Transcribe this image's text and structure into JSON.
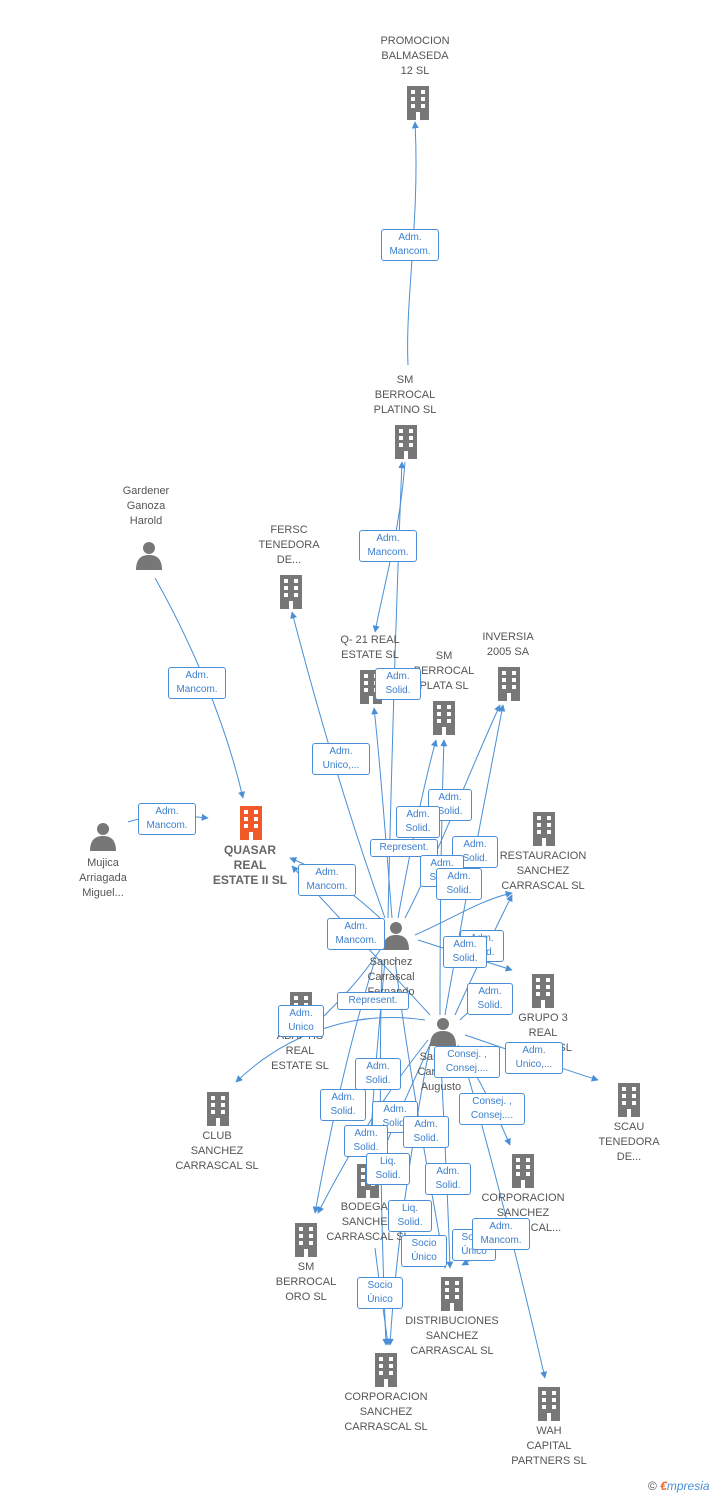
{
  "colors": {
    "edge": "#4a8fd6",
    "company_icon": "#777777",
    "focus_icon": "#f05a28",
    "person_icon": "#777777"
  },
  "nodes": {
    "promocion": {
      "label": "PROMOCION\nBALMASEDA\n12  SL",
      "icon": "building-icon"
    },
    "platino": {
      "label": "SM\nBERROCAL\nPLATINO SL",
      "icon": "building-icon"
    },
    "gardener": {
      "label": "Gardener\nGanoza\nHarold",
      "icon": "person-icon"
    },
    "fersc": {
      "label": "FERSC\nTENEDORA\nDE...",
      "icon": "building-icon"
    },
    "q21": {
      "label": "Q- 21 REAL\nESTATE  SL",
      "icon": "building-icon"
    },
    "smplata": {
      "label": "SM\nBERROCAL\nPLATA SL",
      "icon": "building-icon"
    },
    "inversia": {
      "label": "INVERSIA\n2005 SA",
      "icon": "building-icon"
    },
    "mujica": {
      "label": "Mujica\nArriagada\nMiguel...",
      "icon": "person-icon"
    },
    "quasar": {
      "label": "QUASAR\nREAL\nESTATE II  SL",
      "icon": "building-icon"
    },
    "restauracion": {
      "label": "RESTAURACION\nSANCHEZ\nCARRASCAL SL",
      "icon": "building-icon"
    },
    "fernando": {
      "label": "Sanchez\nCarrascal\nFernando",
      "icon": "person-icon"
    },
    "grupo3": {
      "label": "GRUPO 3\nREAL\nESTATE  SL",
      "icon": "building-icon"
    },
    "abaptis": {
      "label": "ABAPTIS\nREAL\nESTATE  SL",
      "icon": "building-icon"
    },
    "augusto": {
      "label": "Sanchez\nCarrascal\nAugusto",
      "icon": "person-icon"
    },
    "scau": {
      "label": "SCAU\nTENEDORA\nDE...",
      "icon": "building-icon"
    },
    "club": {
      "label": "CLUB\nSANCHEZ\nCARRASCAL SL",
      "icon": "building-icon"
    },
    "corp1": {
      "label": "CORPORACION\nSANCHEZ\nCARRASCAL...",
      "icon": "building-icon"
    },
    "bodegas": {
      "label": "BODEGAS\nSANCHEZ\nCARRASCAL SL",
      "icon": "building-icon"
    },
    "smoro": {
      "label": "SM\nBERROCAL\nORO SL",
      "icon": "building-icon"
    },
    "distrib": {
      "label": "DISTRIBUCIONES\nSANCHEZ\nCARRASCAL SL",
      "icon": "building-icon"
    },
    "corp2": {
      "label": "CORPORACION\nSANCHEZ\nCARRASCAL SL",
      "icon": "building-icon"
    },
    "wah": {
      "label": "WAH\nCAPITAL\nPARTNERS SL",
      "icon": "building-icon"
    }
  },
  "edge_labels": [
    "Adm.\nMancom.",
    "Adm.\nMancom.",
    "Adm.\nMancom.",
    "Adm.\nMancom.",
    "Adm.\nSolid.",
    "Adm.\nUnico,...",
    "Adm.\nSolid.",
    "Adm.\nSolid.",
    "Represent.",
    "Adm.\nSolid.",
    "Adm.\nSolid.",
    "Adm.\nSolid.",
    "Adm.\nMancom.",
    "Adm.\nMancom.",
    "Adm.\nSolid.",
    "Adm.\nSolid.",
    "Adm.\nSolid.",
    "Represent.",
    "Adm.\nUnico",
    "Consej. ,\nConsej....",
    "Adm.\nUnico,...",
    "Adm.\nSolid.",
    "Adm.\nSolid.",
    "Consej. ,\nConsej....",
    "Adm.\nSolid.",
    "Adm.\nSolid.",
    "Adm.\nSolid.",
    "Liq.\nSolid.",
    "Adm.\nSolid.",
    "Liq.\nSolid.",
    "Socio\nÚnico",
    "Socio\nÚnico",
    "Adm.\nMancom.",
    "Socio\nÚnico"
  ],
  "brand": {
    "symbol": "©",
    "e": "€",
    "rest": "mpresia"
  }
}
